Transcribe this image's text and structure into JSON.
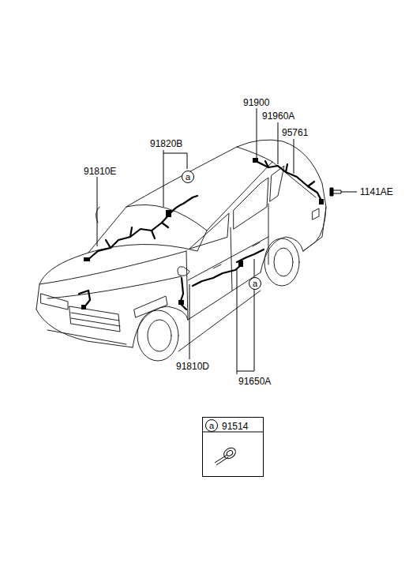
{
  "diagram": {
    "nodes": [
      {
        "text": [
          "a"
        ]
      },
      {
        "text": [
          "a"
        ]
      },
      {
        "text": [
          "91514"
        ]
      },
      {
        "text": [
          "a"
        ],
        "in": 2
      }
    ],
    "labels": [
      "91900",
      "91960A",
      "95761",
      "91820B",
      "91810E",
      "1141AE",
      "91810D",
      "91650A"
    ]
  }
}
